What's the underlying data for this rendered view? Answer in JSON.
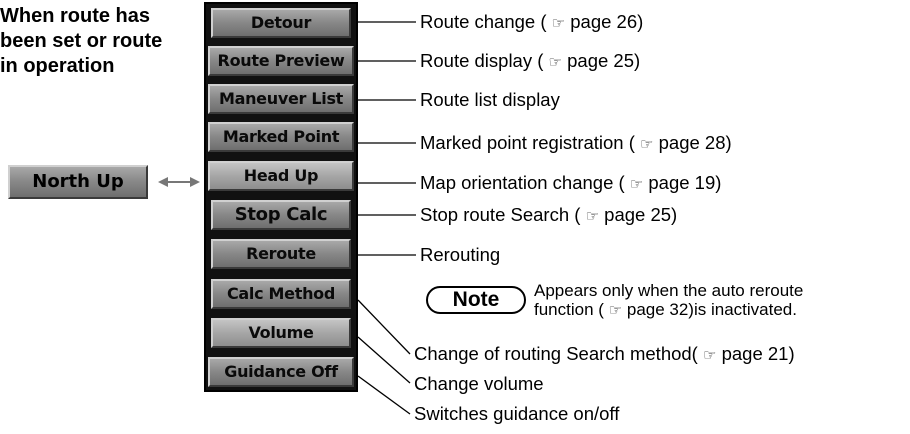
{
  "heading": {
    "lines": [
      "When route has",
      "been set or route",
      "in operation"
    ]
  },
  "menu": {
    "items": [
      {
        "label": "Detour"
      },
      {
        "label": "Route Preview"
      },
      {
        "label": "Maneuver List"
      },
      {
        "label": "Marked Point"
      },
      {
        "label": "Head Up"
      },
      {
        "label": "Stop Calc"
      },
      {
        "label": "Reroute"
      },
      {
        "label": "Calc Method"
      },
      {
        "label": "Volume"
      },
      {
        "label": "Guidance Off"
      }
    ]
  },
  "alternate": {
    "label": "North Up"
  },
  "callouts": [
    {
      "text": "Route change (",
      "page": "page 26)"
    },
    {
      "text": "Route display (",
      "page": "page 25)"
    },
    {
      "text": "Route list display",
      "page": ""
    },
    {
      "text": "Marked point registration (",
      "page": "page 28)"
    },
    {
      "text": "Map orientation change (",
      "page": "page 19)"
    },
    {
      "text": "Stop route Search (",
      "page": "page 25)"
    },
    {
      "text": "Rerouting",
      "page": ""
    },
    {
      "text": "Change of routing Search method(",
      "page": "page 21)"
    },
    {
      "text": "Change volume",
      "page": ""
    },
    {
      "text": "Switches guidance on/off",
      "page": ""
    }
  ],
  "note": {
    "label": "Note",
    "line1": "Appears only when the auto reroute",
    "line2_prefix": "function (",
    "line2_suffix": "page 32)is inactivated."
  },
  "icons": {
    "page_reference": "pointing-hand-icon",
    "double_arrow": "double-arrow-icon"
  },
  "ref_glyph": "☞"
}
